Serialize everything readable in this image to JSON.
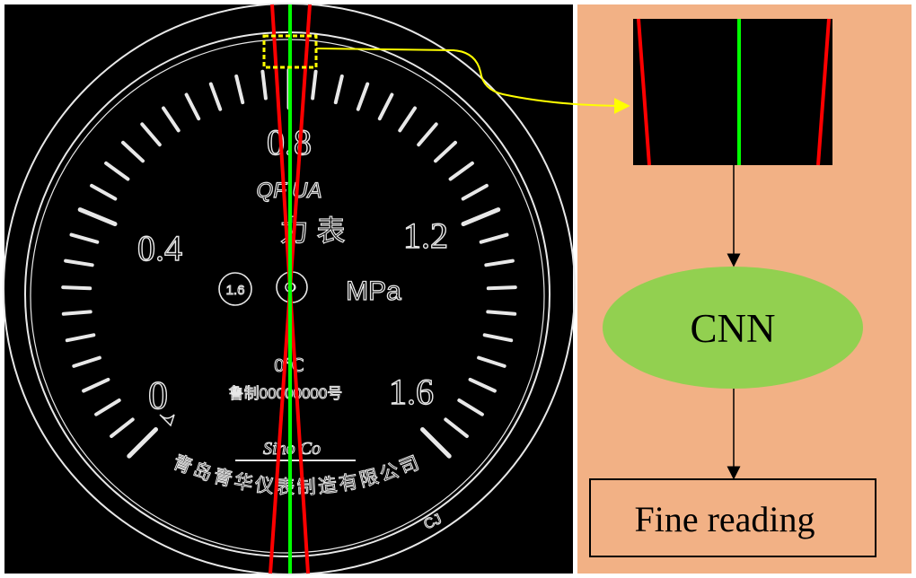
{
  "colors": {
    "panel_bg": "#f2b185",
    "gauge_bg": "#000000",
    "edge_lines": "#e8e8e8",
    "red_line": "#ff0000",
    "green_line": "#00ff00",
    "highlight": "#ffff00",
    "arrow_yellow": "#ffff00",
    "cnn_fill": "#92d050",
    "box_border": "#000000"
  },
  "gauge": {
    "dial_numbers": [
      "0",
      "0.4",
      "0.8",
      "1.2",
      "1.6"
    ],
    "model_text": "QF UA",
    "name_text": "力 表",
    "class_text": "1.6",
    "unit_text": "MPa",
    "mark_text": "0℃",
    "serial_text": "鲁制00000000号",
    "signature_text": "Sino Co",
    "maker_text": "青岛青华仪表制造有限公司",
    "corner_text": "CJ"
  },
  "flow": {
    "model_label": "CNN",
    "output_label": "Fine reading"
  }
}
